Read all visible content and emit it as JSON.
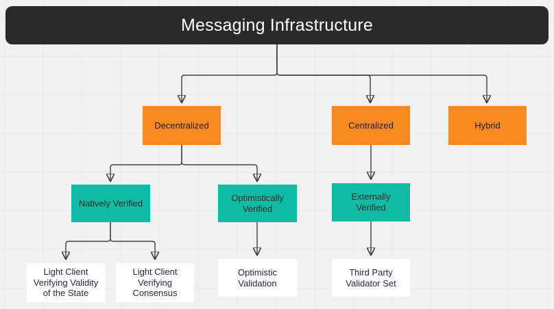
{
  "diagram": {
    "title": "Messaging Infrastructure",
    "colors": {
      "canvas_bg": "#f1f1f2",
      "grid_line": "#e9e9eb",
      "header_bg": "#2a2a2a",
      "header_text": "#ffffff",
      "orange": "#f78a20",
      "teal": "#0fbca3",
      "white_box": "#ffffff",
      "dark_text": "#1a1a1a",
      "teal_text": "#1d2b28",
      "navy_text": "#26264d",
      "line": "#404040"
    },
    "nodes": {
      "root": {
        "label": "Messaging Infrastructure",
        "type": "header"
      },
      "decentralized": {
        "label": "Decentralized",
        "type": "orange"
      },
      "centralized": {
        "label": "Centralized",
        "type": "orange"
      },
      "hybrid": {
        "label": "Hybrid",
        "type": "orange"
      },
      "natively_verified": {
        "label": "Natively Verified",
        "type": "teal"
      },
      "optimistically_verified": {
        "label": "Optimistically Verified",
        "type": "teal"
      },
      "externally_verified": {
        "label": "Externally Verified",
        "type": "teal"
      },
      "light_client_validity": {
        "label": "Light Client Verifying Validity of the State",
        "type": "white"
      },
      "light_client_consensus": {
        "label": "Light Client Verifying Consensus",
        "type": "white"
      },
      "optimistic_validation": {
        "label": "Optimistic Validation",
        "type": "white"
      },
      "third_party_validator": {
        "label": "Third Party Validator Set",
        "type": "white"
      }
    },
    "edges": [
      {
        "from": "root",
        "to": "decentralized"
      },
      {
        "from": "root",
        "to": "centralized"
      },
      {
        "from": "root",
        "to": "hybrid"
      },
      {
        "from": "decentralized",
        "to": "natively_verified"
      },
      {
        "from": "decentralized",
        "to": "optimistically_verified"
      },
      {
        "from": "centralized",
        "to": "externally_verified"
      },
      {
        "from": "natively_verified",
        "to": "light_client_validity"
      },
      {
        "from": "natively_verified",
        "to": "light_client_consensus"
      },
      {
        "from": "optimistically_verified",
        "to": "optimistic_validation"
      },
      {
        "from": "externally_verified",
        "to": "third_party_validator"
      }
    ]
  }
}
